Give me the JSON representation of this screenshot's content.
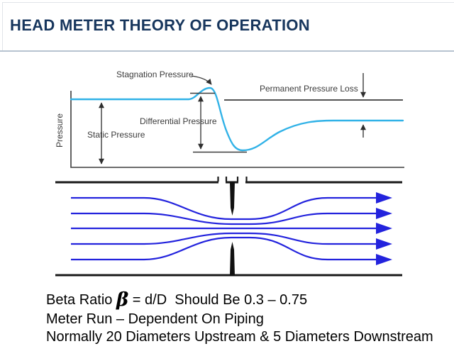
{
  "title": "HEAD METER THEORY OF OPERATION",
  "colors": {
    "title_text": "#17365D",
    "divider": "#b7c3d0",
    "pressure_curve": "#31b2e7",
    "flow_lines": "#2323dd",
    "diagram_lines": "#3c3c3c",
    "pipe_walls": "#1a1a1a"
  },
  "diagram": {
    "labels": {
      "stagnation": "Stagnation Pressure",
      "permanent_loss": "Permanent Pressure Loss",
      "differential": "Differential Pressure",
      "static": "Static Pressure",
      "pressure_axis": "Pressure"
    }
  },
  "notes": {
    "beta_prefix": "Beta Ratio ",
    "beta_symbol": "β",
    "beta_suffix": " = d/D  Should Be 0.3 – 0.75",
    "line2": "Meter Run – Dependent On Piping",
    "line3": "Normally 20 Diameters Upstream & 5 Diameters Downstream"
  }
}
